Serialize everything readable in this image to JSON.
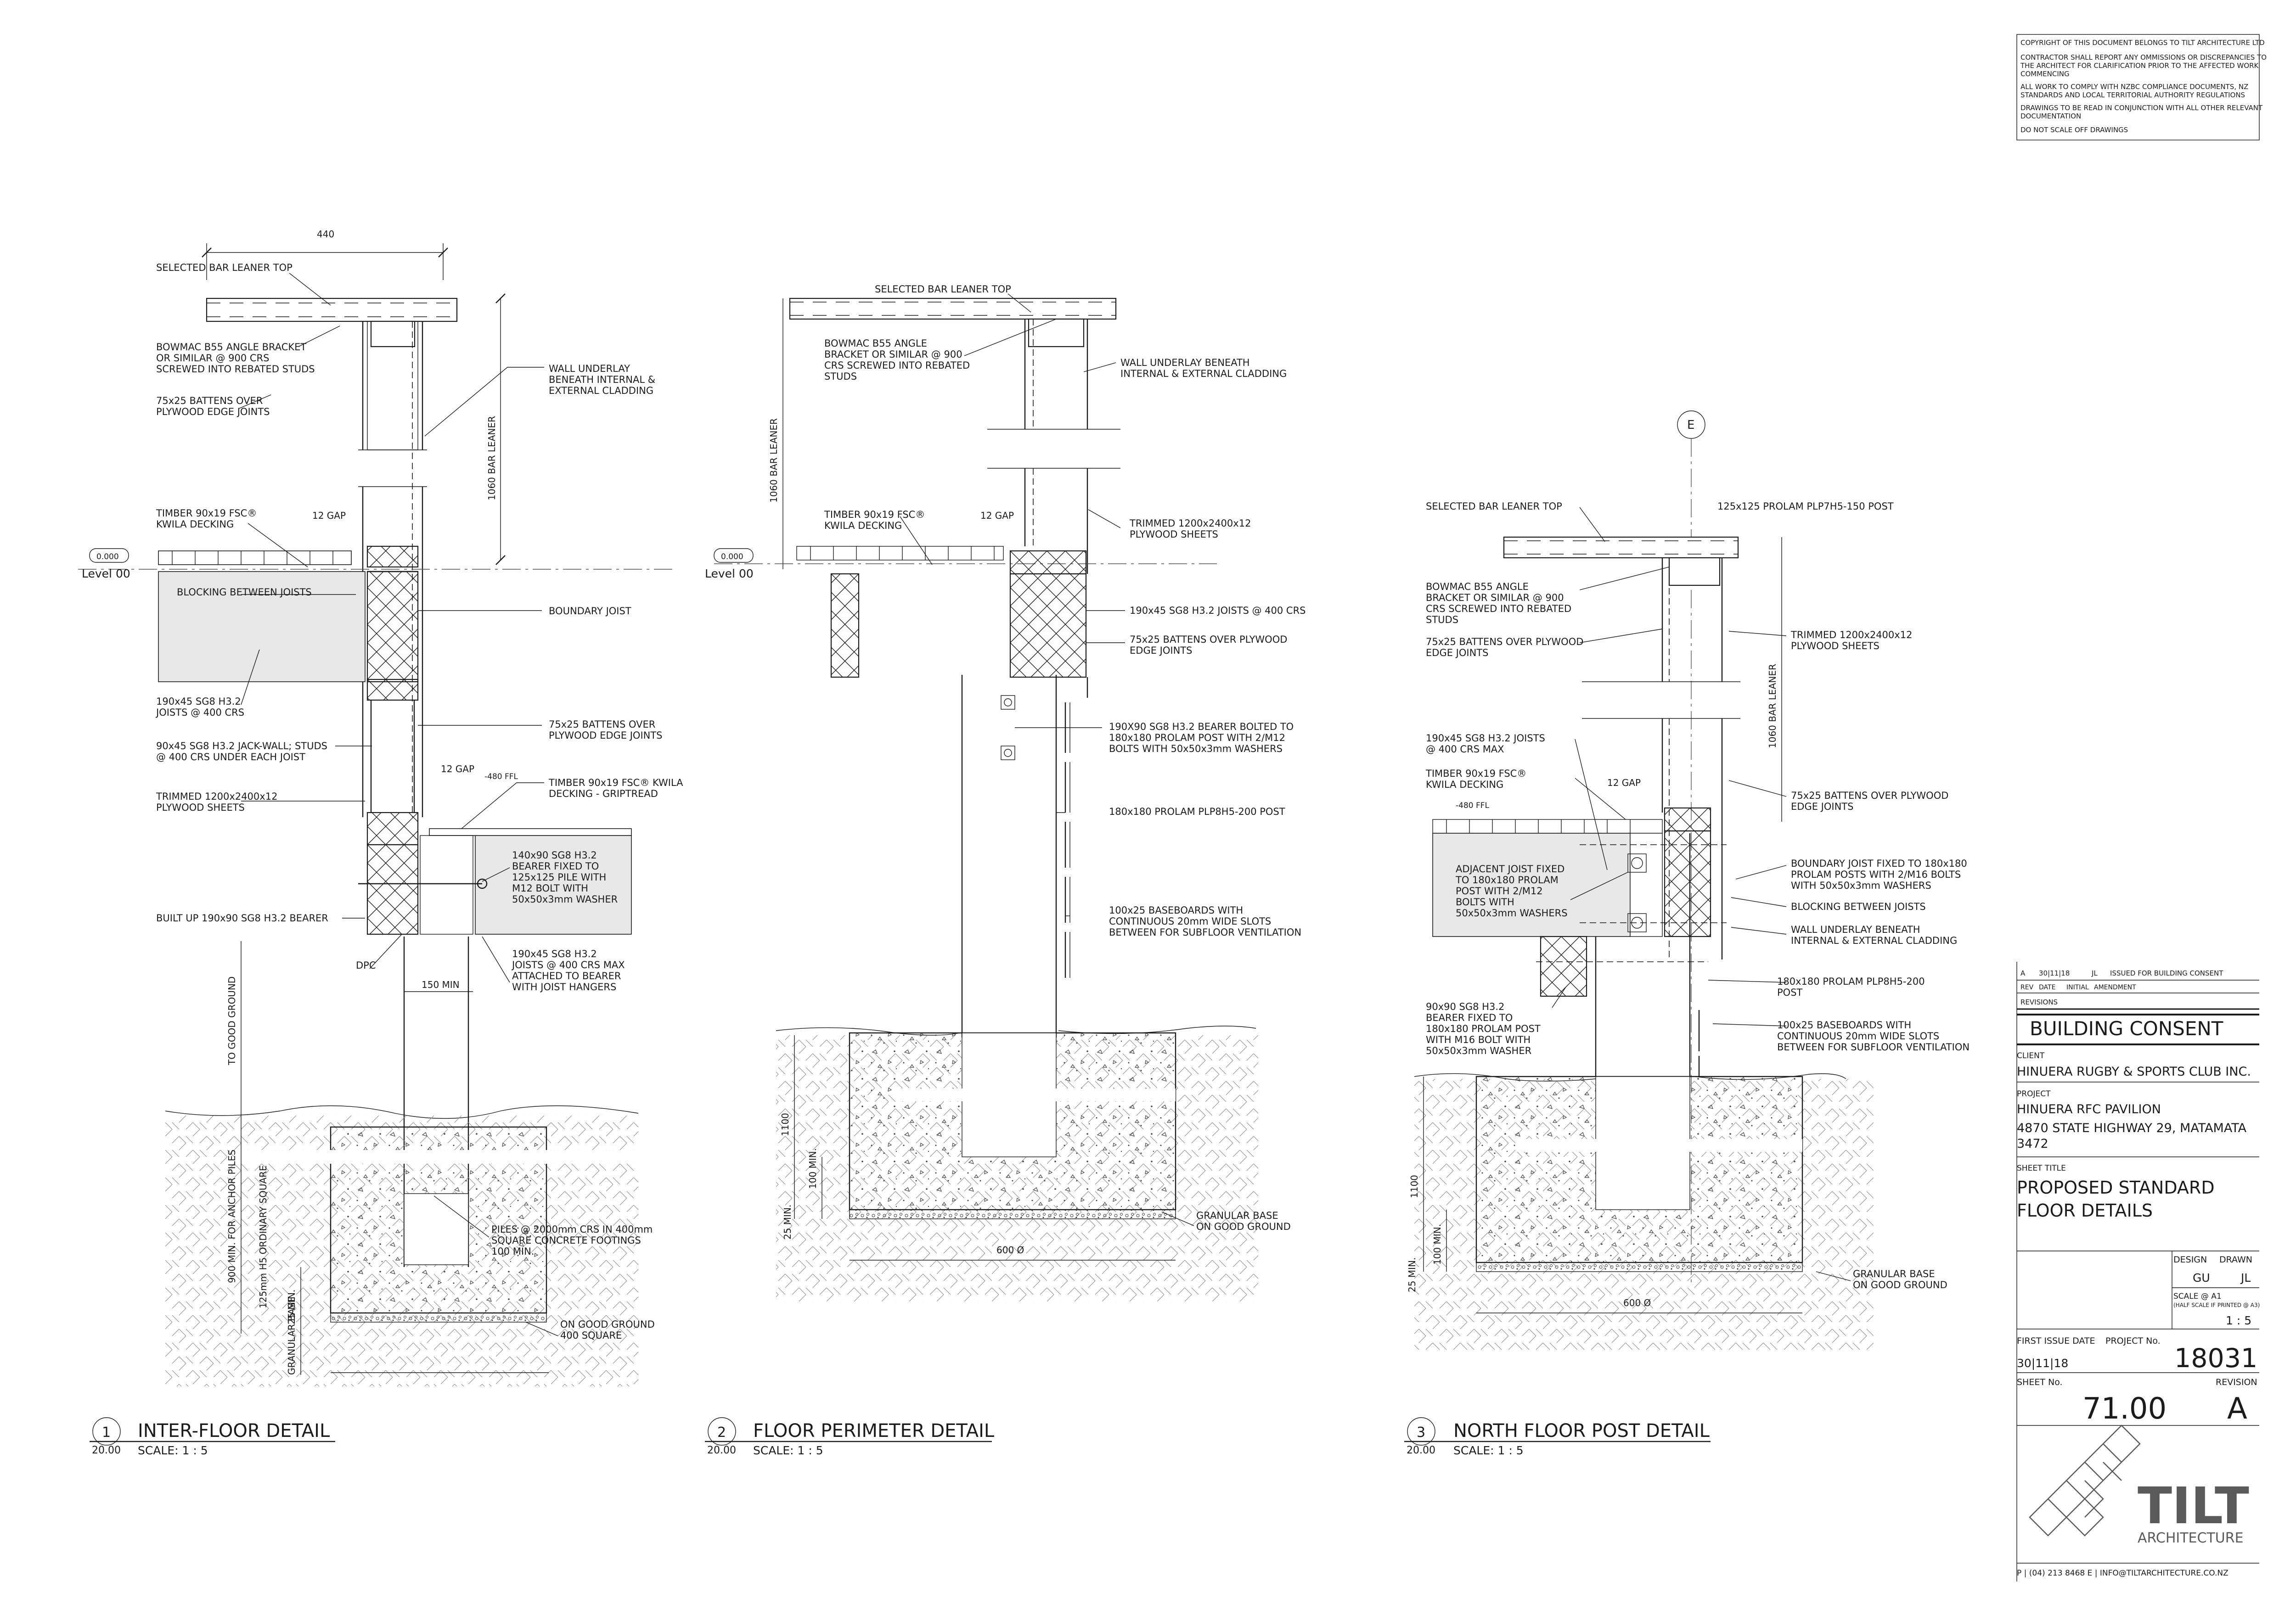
{
  "notes": {
    "lines": [
      "COPYRIGHT OF THIS DOCUMENT BELONGS TO TILT ARCHITECTURE LTD",
      "CONTRACTOR SHALL REPORT ANY OMMISSIONS OR DISCREPANCIES TO",
      "THE ARCHITECT FOR CLARIFICATION PRIOR TO THE AFFECTED WORK",
      "COMMENCING",
      "ALL WORK TO COMPLY WITH NZBC COMPLIANCE DOCUMENTS, NZ",
      "STANDARDS AND LOCAL TERRITORIAL AUTHORITY REGULATIONS",
      "DRAWINGS TO BE READ IN CONJUNCTION WITH ALL OTHER RELEVANT",
      "DOCUMENTATION",
      "DO NOT SCALE OFF DRAWINGS"
    ]
  },
  "detail1": {
    "number": "1",
    "ref": "20.00",
    "title": "INTER-FLOOR DETAIL",
    "scale": "SCALE:  1 : 5",
    "level_value": "0.000",
    "level_name": "Level 00",
    "labels": [
      "440",
      "SELECTED BAR LEANER TOP",
      "BOWMAC B55 ANGLE BRACKET",
      "OR SIMILAR @ 900 CRS",
      "SCREWED INTO REBATED STUDS",
      "75x25 BATTENS OVER",
      "PLYWOOD EDGE JOINTS",
      "WALL UNDERLAY",
      "BENEATH INTERNAL &",
      "EXTERNAL CLADDING",
      "1060 BAR LEANER",
      "TIMBER 90x19 FSC®",
      "KWILA DECKING",
      "12 GAP",
      "BLOCKING BETWEEN JOISTS",
      "BOUNDARY JOIST",
      "190x45 SG8 H3.2",
      "JOISTS @ 400 CRS",
      "75x25 BATTENS OVER",
      "PLYWOOD EDGE JOINTS",
      "90x45 SG8 H3.2 JACK-WALL; STUDS",
      "@ 400 CRS UNDER EACH JOIST",
      "12 GAP",
      "-480 FFL",
      "TRIMMED 1200x2400x12",
      "PLYWOOD SHEETS",
      "TIMBER 90x19 FSC® KWILA",
      "DECKING - GRIPTREAD",
      "140x90 SG8 H3.2",
      "BEARER FIXED TO",
      "125x125 PILE WITH",
      "M12 BOLT WITH",
      "50x50x3mm WASHER",
      "BUILT UP 190x90 SG8 H3.2 BEARER",
      "DPC",
      "190x45 SG8 H3.2",
      "JOISTS @ 400 CRS MAX",
      "ATTACHED TO BEARER",
      "WITH JOIST HANGERS",
      "100 MIN.",
      "150 MIN",
      "TO GOOD GROUND",
      "900 MIN. FOR ANCHOR PILES",
      "125mm H5 ORDINARY SQUARE",
      "PILES @ 2000mm CRS IN 400mm",
      "SQUARE CONCRETE FOOTINGS",
      "100 MIN.",
      "25 MIN.",
      "GRANULAR BASE",
      "ON GOOD GROUND",
      "400 SQUARE"
    ]
  },
  "detail2": {
    "number": "2",
    "ref": "20.00",
    "title": "FLOOR PERIMETER DETAIL",
    "scale": "SCALE:  1 : 5",
    "level_value": "0.000",
    "level_name": "Level 00",
    "labels": [
      "SELECTED BAR LEANER TOP",
      "BOWMAC B55 ANGLE",
      "BRACKET OR SIMILAR @ 900",
      "CRS SCREWED INTO REBATED",
      "STUDS",
      "WALL UNDERLAY BENEATH",
      "INTERNAL & EXTERNAL CLADDING",
      "1060 BAR LEANER",
      "TIMBER 90x19 FSC®",
      "KWILA DECKING",
      "12 GAP",
      "TRIMMED 1200x2400x12",
      "PLYWOOD SHEETS",
      "190x45 SG8 H3.2 JOISTS @ 400 CRS",
      "75x25 BATTENS OVER PLYWOOD",
      "EDGE JOINTS",
      "190X90 SG8 H3.2 BEARER BOLTED TO",
      "180x180 PROLAM POST WITH 2/M12",
      "BOLTS WITH 50x50x3mm WASHERS",
      "180x180 PROLAM PLP8H5-200 POST",
      "100x25 BASEBOARDS WITH",
      "CONTINUOUS 20mm WIDE SLOTS",
      "BETWEEN FOR SUBFLOOR VENTILATION",
      "1100",
      "100 MIN.",
      "25 MIN.",
      "GRANULAR BASE",
      "ON GOOD GROUND",
      "600 Ø"
    ]
  },
  "detail3": {
    "number": "3",
    "ref": "20.00",
    "title": "NORTH FLOOR POST DETAIL",
    "scale": "SCALE:  1 : 5",
    "grid": "E",
    "labels": [
      "SELECTED BAR LEANER TOP",
      "125x125 PROLAM PLP7H5-150 POST",
      "BOWMAC B55 ANGLE",
      "BRACKET OR SIMILAR @ 900",
      "CRS SCREWED INTO REBATED",
      "STUDS",
      "75x25 BATTENS OVER PLYWOOD",
      "EDGE JOINTS",
      "TRIMMED 1200x2400x12",
      "PLYWOOD SHEETS",
      "1060 BAR LEANER",
      "190x45 SG8 H3.2 JOISTS",
      "@ 400 CRS MAX",
      "TIMBER 90x19 FSC®",
      "KWILA DECKING",
      "12 GAP",
      "-480 FFL",
      "75x25 BATTENS OVER PLYWOOD",
      "EDGE JOINTS",
      "ADJACENT JOIST FIXED",
      "TO 180x180 PROLAM",
      "POST WITH 2/M12",
      "BOLTS WITH",
      "50x50x3mm WASHERS",
      "BOUNDARY JOIST FIXED TO 180x180",
      "PROLAM POSTS WITH 2/M16 BOLTS",
      "WITH 50x50x3mm WASHERS",
      "BLOCKING BETWEEN JOISTS",
      "WALL UNDERLAY BENEATH",
      "INTERNAL & EXTERNAL CLADDING",
      "180x180 PROLAM PLP8H5-200",
      "POST",
      "90x90 SG8 H3.2",
      "BEARER FIXED TO",
      "180x180 PROLAM POST",
      "WITH M16 BOLT WITH",
      "50x50x3mm WASHER",
      "100x25 BASEBOARDS WITH",
      "CONTINUOUS 20mm WIDE SLOTS",
      "BETWEEN FOR SUBFLOOR VENTILATION",
      "1100",
      "100 MIN.",
      "25 MIN.",
      "GRANULAR BASE",
      "ON GOOD GROUND",
      "600 Ø"
    ]
  },
  "titleblock": {
    "revision_row": {
      "rev": "A",
      "date": "30|11|18",
      "initial": "JL",
      "amendment": "ISSUED FOR BUILDING CONSENT"
    },
    "revision_headers": {
      "rev": "REV",
      "date": "DATE",
      "initial": "INITIAL",
      "amendment": "AMENDMENT"
    },
    "revisions_label": "REVISIONS",
    "stage": "BUILDING CONSENT",
    "client_label": "CLIENT",
    "client": "HINUERA RUGBY & SPORTS CLUB INC.",
    "project_label": "PROJECT",
    "project_name": "HINUERA RFC PAVILION",
    "project_address": "4870 STATE HIGHWAY 29, MATAMATA",
    "project_postcode": "3472",
    "sheet_title_label": "SHEET TITLE",
    "sheet_title_1": "PROPOSED STANDARD",
    "sheet_title_2": "FLOOR DETAILS",
    "design_label": "DESIGN",
    "drawn_label": "DRAWN",
    "design": "GU",
    "drawn": "JL",
    "scale_label": "SCALE @ A1",
    "scale_note": "(HALF SCALE IF PRINTED @ A3)",
    "scale": "1 : 5",
    "first_issue_label": "FIRST ISSUE DATE",
    "first_issue": "30|11|18",
    "project_no_label": "PROJECT No.",
    "project_no": "18031",
    "sheet_no_label": "SHEET No.",
    "sheet_no": "71.00",
    "revision_label": "REVISION",
    "revision": "A",
    "logo_text": "TILT",
    "logo_sub": "ARCHITECTURE",
    "contact": "P | (04) 213 8468    E | INFO@TILTARCHITECTURE.CO.NZ"
  },
  "colors": {
    "ink": "#1b1b1b",
    "shade": "#e8e8e8",
    "logo": "#5a5a5a"
  }
}
